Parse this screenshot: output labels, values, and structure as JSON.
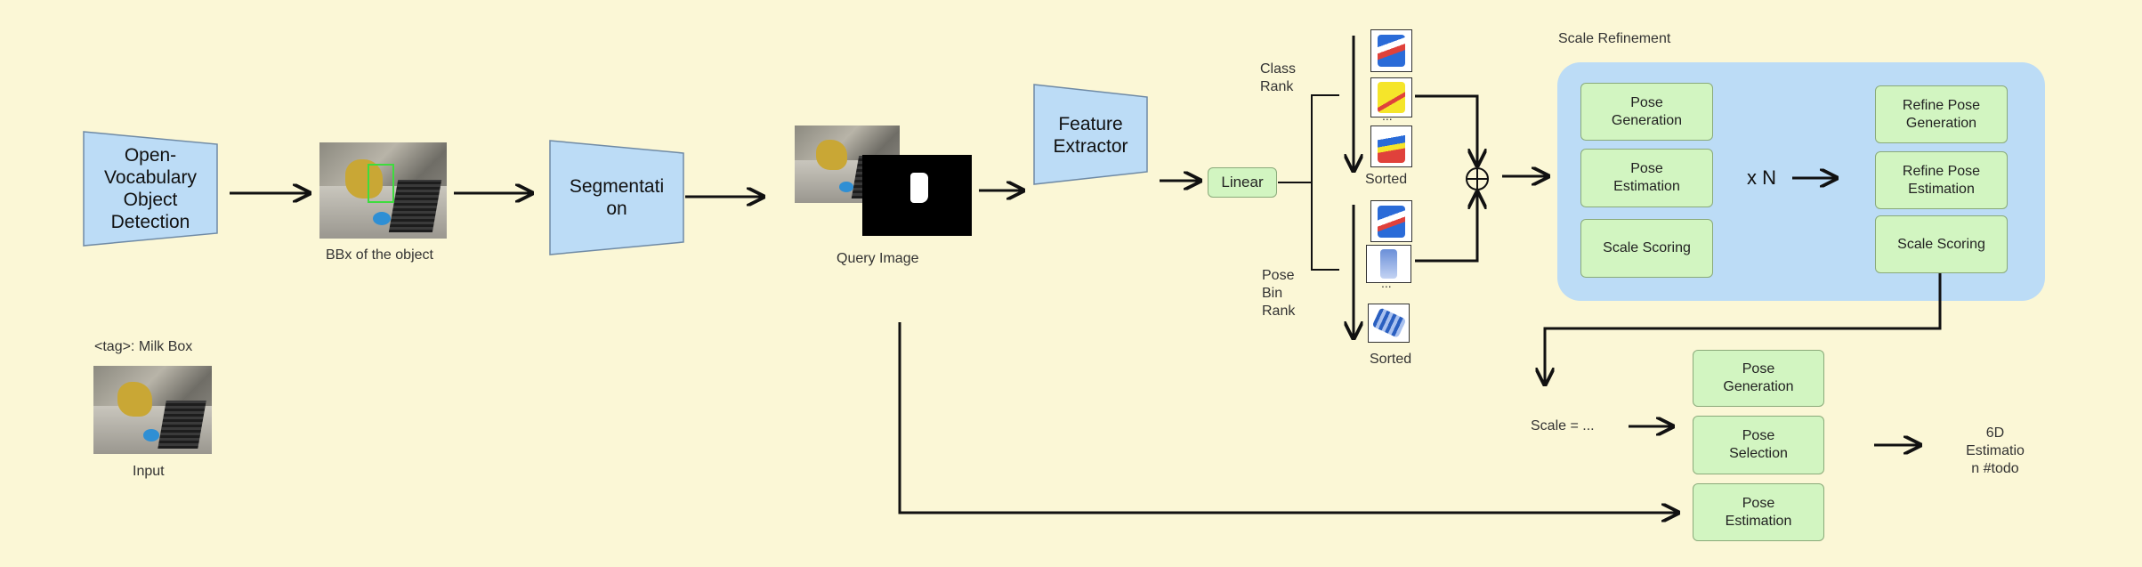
{
  "diagram": {
    "detector_label": "Open-\nVocabulary\nObject\nDetection",
    "bbx_caption": "BBx of the object",
    "segmentation_label": "Segmentati\non",
    "query_caption": "Query Image",
    "feature_label": "Feature\nExtractor",
    "linear_label": "Linear",
    "class_rank_label": "Class\nRank",
    "pose_bin_rank_label": "Pose\nBin\nRank",
    "sorted_top": "Sorted",
    "sorted_bottom": "Sorted",
    "ellipsis_top": "...",
    "ellipsis_bottom": "...",
    "tag_label": "<tag>: Milk Box",
    "input_caption": "Input",
    "scale_refinement_title": "Scale Refinement",
    "refine_left": [
      "Pose\nGeneration",
      "Pose\nEstimation",
      "Scale Scoring"
    ],
    "times_n": "x N",
    "refine_right": [
      "Refine Pose\nGeneration",
      "Refine Pose\nEstimation",
      "Scale Scoring"
    ],
    "scale_eq": "Scale = ...",
    "bottom_boxes": [
      "Pose\nGeneration",
      "Pose\nSelection",
      "Pose\nEstimation"
    ],
    "output_label": "6D\nEstimatio\nn #todo"
  },
  "colors": {
    "background": "#fbf7d6",
    "trapezoid_fill": "#bcdcf6",
    "trapezoid_stroke": "#6f8aa5",
    "green_fill": "#d2f5c1",
    "green_stroke": "#8aaa7a",
    "refine_panel": "#bcdcf6",
    "arrow": "#111111"
  }
}
